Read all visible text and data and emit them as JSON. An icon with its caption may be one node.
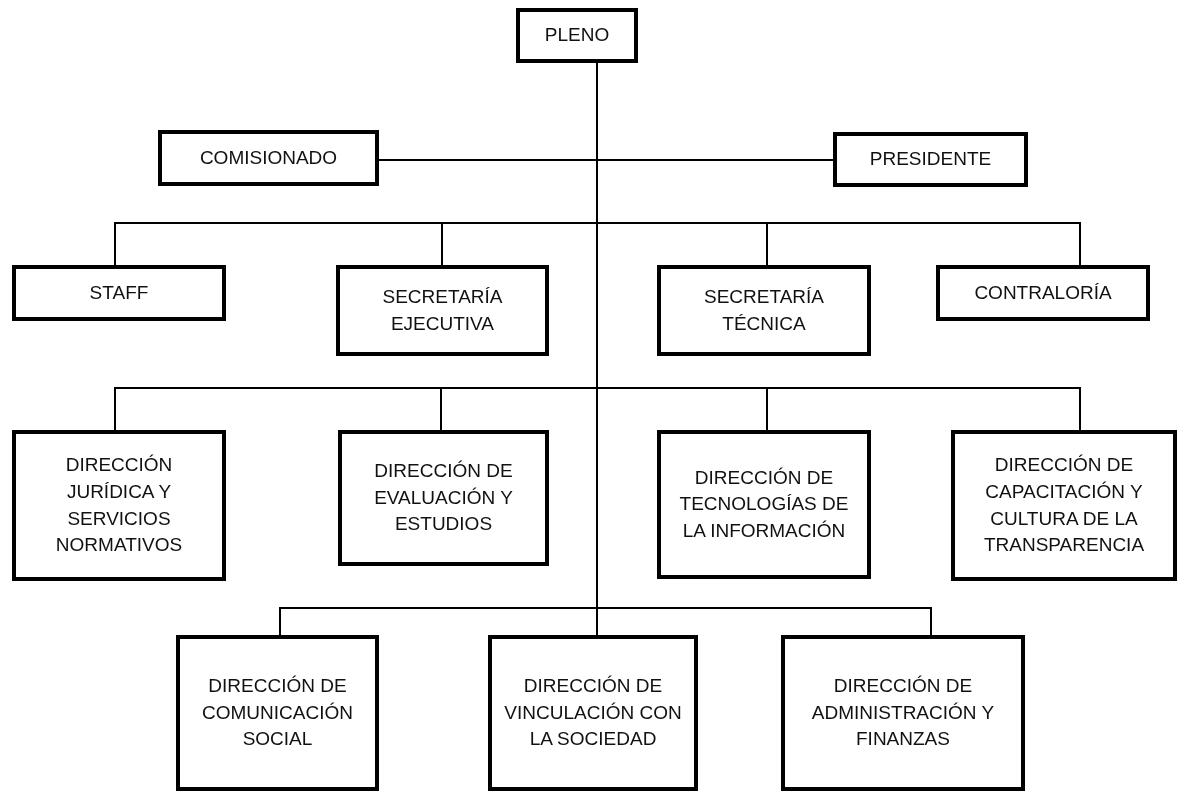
{
  "diagram": {
    "nodes": [
      {
        "text": [
          "PLENO"
        ]
      },
      {
        "text": [
          "COMISIONADO"
        ]
      },
      {
        "text": [
          "PRESIDENTE"
        ]
      },
      {
        "text": [
          "STAFF"
        ]
      },
      {
        "text": [
          "SECRETARÍA EJECUTIVA"
        ]
      },
      {
        "text": [
          "SECRETARÍA TÉCNICA"
        ]
      },
      {
        "text": [
          "CONTRALORÍA"
        ]
      },
      {
        "text": [
          "DIRECCIÓN JURÍDICA Y SERVICIOS NORMATIVOS"
        ]
      },
      {
        "text": [
          "DIRECCIÓN DE EVALUACIÓN Y ESTUDIOS"
        ]
      },
      {
        "text": [
          "DIRECCIÓN DE TECNOLOGÍAS DE LA INFORMACIÓN"
        ]
      },
      {
        "text": [
          "DIRECCIÓN DE CAPACITACIÓN Y CULTURA DE LA TRANSPARENCIA"
        ]
      },
      {
        "text": [
          "DIRECCIÓN DE COMUNICACIÓN SOCIAL"
        ]
      },
      {
        "text": [
          "DIRECCIÓN DE VINCULACIÓN CON LA SOCIEDAD"
        ]
      },
      {
        "text": [
          "DIRECCIÓN DE ADMINISTRACIÓN Y FINANZAS"
        ]
      }
    ],
    "edges": [
      {
        "from": 0,
        "to": 1,
        "arrow": "none"
      },
      {
        "from": 0,
        "to": 2,
        "arrow": "none"
      },
      {
        "from": 0,
        "to": 3,
        "arrow": "none"
      },
      {
        "from": 0,
        "to": 4,
        "arrow": "none"
      },
      {
        "from": 0,
        "to": 5,
        "arrow": "none"
      },
      {
        "from": 0,
        "to": 6,
        "arrow": "none"
      },
      {
        "from": 0,
        "to": 7,
        "arrow": "none"
      },
      {
        "from": 0,
        "to": 8,
        "arrow": "none"
      },
      {
        "from": 0,
        "to": 9,
        "arrow": "none"
      },
      {
        "from": 0,
        "to": 10,
        "arrow": "none"
      },
      {
        "from": 0,
        "to": 11,
        "arrow": "none"
      },
      {
        "from": 0,
        "to": 12,
        "arrow": "none"
      },
      {
        "from": 0,
        "to": 13,
        "arrow": "none"
      }
    ]
  }
}
